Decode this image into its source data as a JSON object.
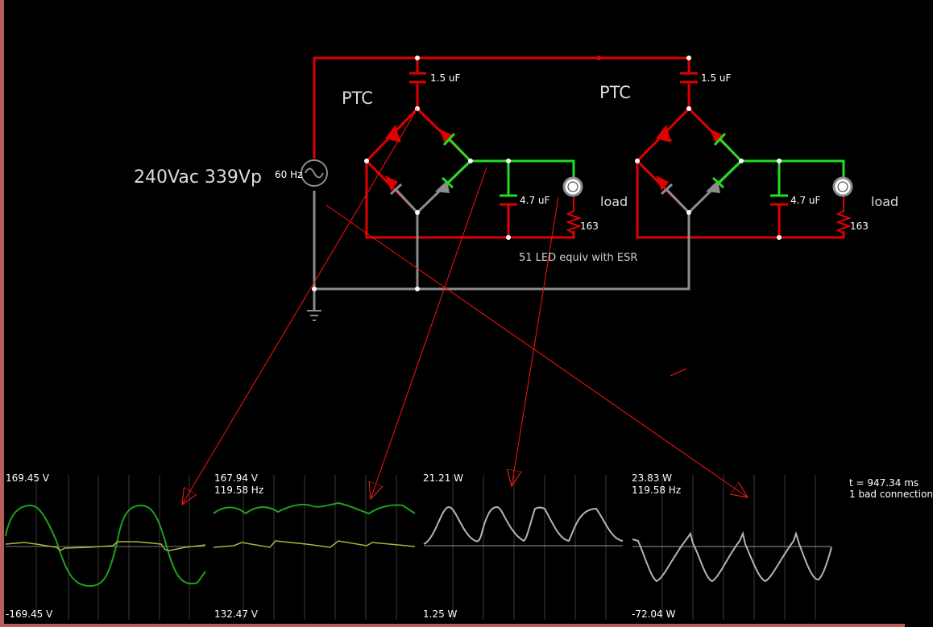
{
  "colors": {
    "background": "#000000",
    "wire_hot": "#ff0000",
    "wire_neutral": "#8c8c8c",
    "wire_live_green": "#22dd22",
    "trace_green": "#1fa01f",
    "trace_yellow": "#b0b040",
    "trace_gray": "#b4b4b4",
    "frame": "#b85c5c"
  },
  "circuit": {
    "source_label": "240Vac 339Vp",
    "source_freq": "60 Hz",
    "bridges": [
      {
        "title": "PTC",
        "cap_top": "1.5 uF",
        "cap_filter": "4.7 uF",
        "resistor": "163",
        "load_label": "load"
      },
      {
        "title": "PTC",
        "cap_top": "1.5 uF",
        "cap_filter": "4.7 uF",
        "resistor": "163",
        "load_label": "load"
      }
    ],
    "note": "51 LED equiv with ESR"
  },
  "scopes": [
    {
      "top": "169.45 V",
      "sub": "",
      "bottom": "-169.45 V"
    },
    {
      "top": "167.94 V",
      "sub": "119.58 Hz",
      "bottom": "132.47 V"
    },
    {
      "top": "21.21 W",
      "sub": "",
      "bottom": "1.25 W"
    },
    {
      "top": "23.83 W",
      "sub": "119.58 Hz",
      "bottom": "-72.04 W"
    }
  ],
  "status": {
    "time": "t = 947.34 ms",
    "warning": "1 bad connection"
  }
}
